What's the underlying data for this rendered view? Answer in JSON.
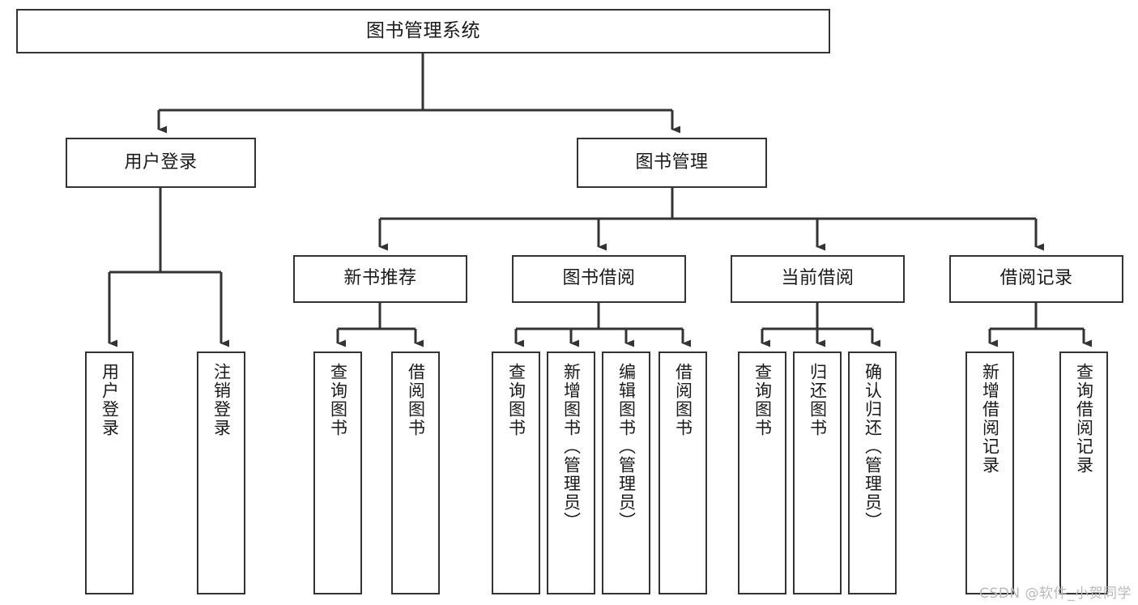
{
  "diagram": {
    "title": "图书管理系统",
    "type": "tree-hierarchy-chart",
    "stroke_color": "#333333",
    "fill_color": "#ffffff",
    "text_color": "#1a1a1a",
    "watermark": "CSDN @软件_小贺同学"
  },
  "nodes": {
    "root": {
      "label": "图书管理系统"
    },
    "level2": [
      {
        "id": "user-login",
        "label": "用户登录"
      },
      {
        "id": "book-management",
        "label": "图书管理"
      }
    ],
    "level3": [
      {
        "id": "new-book-recommend",
        "label": "新书推荐"
      },
      {
        "id": "book-borrow",
        "label": "图书借阅"
      },
      {
        "id": "current-borrow",
        "label": "当前借阅"
      },
      {
        "id": "borrow-record",
        "label": "借阅记录"
      }
    ],
    "leaves": {
      "user_login": [
        {
          "id": "leaf-user-login",
          "label": "用户登录"
        },
        {
          "id": "leaf-logout-login",
          "label": "注销登录"
        }
      ],
      "new_book_recommend": [
        {
          "id": "leaf-query-book-1",
          "label": "查询图书"
        },
        {
          "id": "leaf-borrow-book-1",
          "label": "借阅图书"
        }
      ],
      "book_borrow": [
        {
          "id": "leaf-query-book-2",
          "label": "查询图书"
        },
        {
          "id": "leaf-add-book",
          "label": "新增图书（管理员）"
        },
        {
          "id": "leaf-edit-book",
          "label": "编辑图书（管理员）"
        },
        {
          "id": "leaf-borrow-book-2",
          "label": "借阅图书"
        }
      ],
      "current_borrow": [
        {
          "id": "leaf-query-book-3",
          "label": "查询图书"
        },
        {
          "id": "leaf-return-book",
          "label": "归还图书"
        },
        {
          "id": "leaf-confirm-return",
          "label": "确认归还（管理员）"
        }
      ],
      "borrow_record": [
        {
          "id": "leaf-add-record",
          "label": "新增借阅记录"
        },
        {
          "id": "leaf-query-record",
          "label": "查询借阅记录"
        }
      ]
    }
  }
}
